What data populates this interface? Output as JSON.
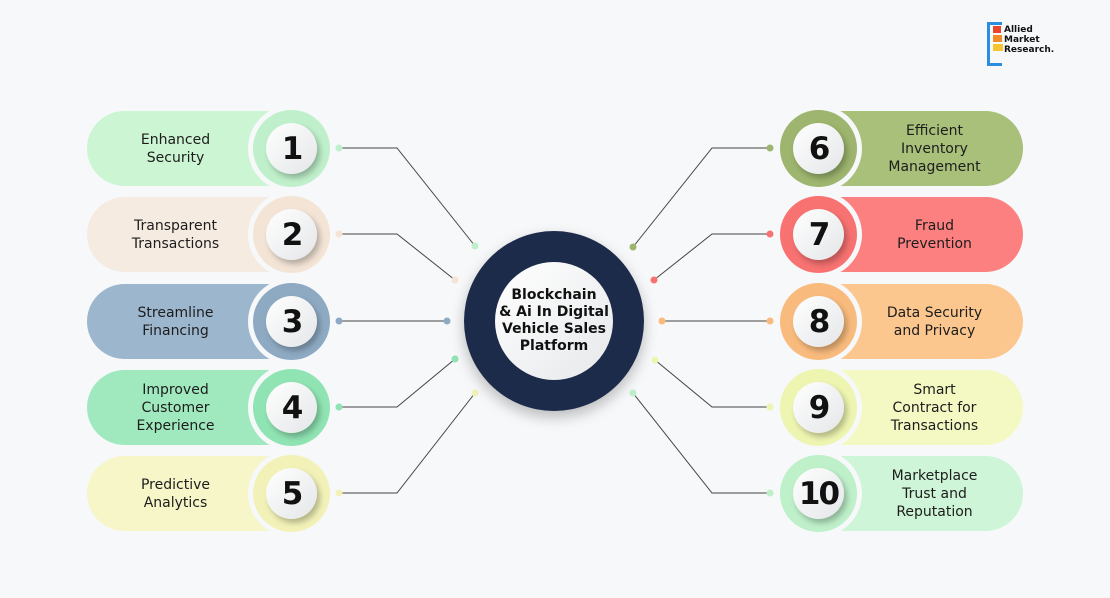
{
  "center_title": "Blockchain\n& Ai In Digital\nVehicle Sales\nPlatform",
  "logo_text": "Allied\nMarket\nResearch.",
  "items": [
    {
      "number": "1",
      "label": "Enhanced\nSecurity",
      "color": "#ccf5d4",
      "ring": "#bff0cb"
    },
    {
      "number": "2",
      "label": "Transparent\nTransactions",
      "color": "#f6ebe1",
      "ring": "#f3e4d6"
    },
    {
      "number": "3",
      "label": "Streamline\nFinancing",
      "color": "#9cb6cd",
      "ring": "#8eaac3"
    },
    {
      "number": "4",
      "label": "Improved\nCustomer\nExperience",
      "color": "#a0e9bf",
      "ring": "#90e4b3"
    },
    {
      "number": "5",
      "label": "Predictive\nAnalytics",
      "color": "#f6f6c8",
      "ring": "#f2f2b8"
    },
    {
      "number": "6",
      "label": "Efficient\nInventory\nManagement",
      "color": "#a9c07b",
      "ring": "#9db56e"
    },
    {
      "number": "7",
      "label": "Fraud\nPrevention",
      "color": "#fd8080",
      "ring": "#f87272"
    },
    {
      "number": "8",
      "label": "Data Security\nand Privacy",
      "color": "#fcc78f",
      "ring": "#f9bb7d"
    },
    {
      "number": "9",
      "label": "Smart\nContract for\nTransactions",
      "color": "#f4f9c4",
      "ring": "#eef5b0"
    },
    {
      "number": "10",
      "label": "Marketplace\nTrust and\nReputation",
      "color": "#cef5d7",
      "ring": "#bef0ca"
    }
  ]
}
